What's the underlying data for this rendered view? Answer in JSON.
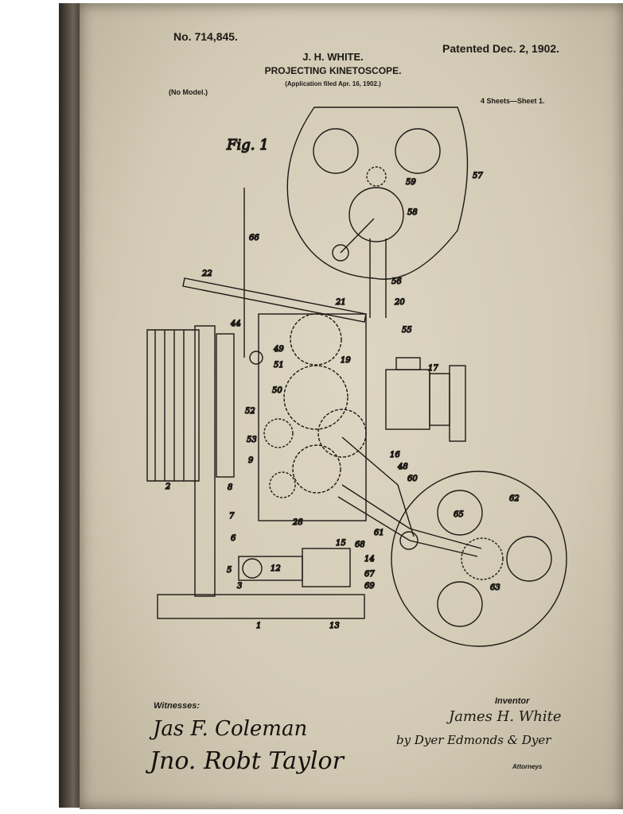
{
  "header": {
    "patent_number": "No. 714,845.",
    "patented_date": "Patented Dec. 2, 1902.",
    "inventor_name": "J. H. WHITE.",
    "title": "PROJECTING KINETOSCOPE.",
    "application_filed": "(Application filed Apr. 16, 1902.)",
    "no_model": "(No Model.)",
    "sheets": "4 Sheets—Sheet 1."
  },
  "figure": {
    "label": "Fig. 1",
    "parts": [
      "57",
      "59",
      "58",
      "66",
      "22",
      "56",
      "20",
      "21",
      "55",
      "44",
      "17",
      "19",
      "49",
      "50",
      "51",
      "52",
      "53",
      "9",
      "8",
      "7",
      "6",
      "5",
      "3",
      "2",
      "16",
      "48",
      "60",
      "62",
      "65",
      "63",
      "61",
      "15",
      "68",
      "14",
      "67",
      "69",
      "13",
      "12",
      "1",
      "28"
    ]
  },
  "footer": {
    "witnesses_label": "Witnesses:",
    "witness_1": "Jas F. Coleman",
    "witness_2": "Jno. Robt Taylor",
    "inventor_label": "Inventor",
    "inventor_signature": "James H. White",
    "attorney_signature": "by Dyer Edmonds & Dyer",
    "attorneys_label": "Attorneys"
  },
  "colors": {
    "paper": "#d6cfbb",
    "ink": "#1c1915",
    "canvas_edge": "#2a2520"
  }
}
